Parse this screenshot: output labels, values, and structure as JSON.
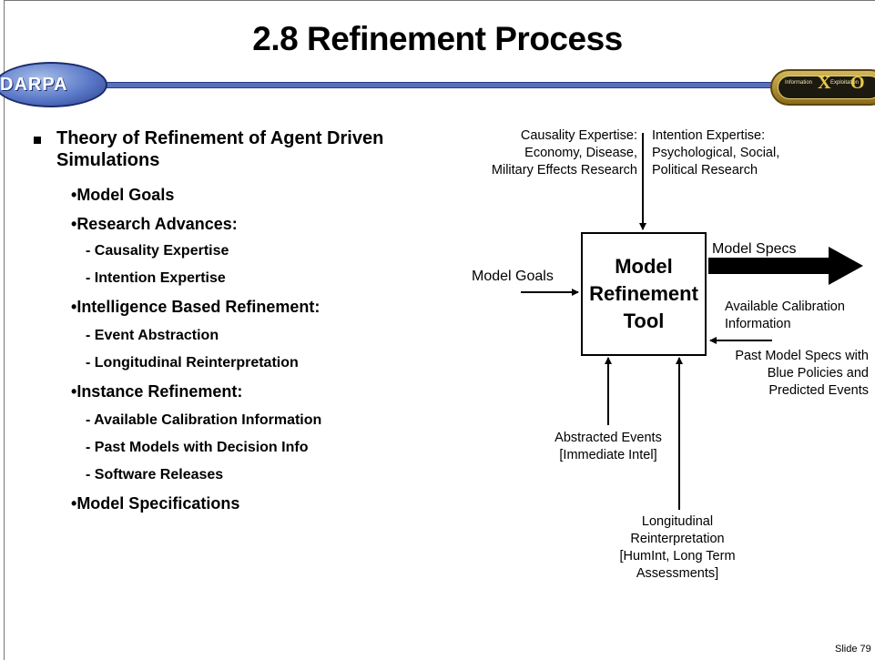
{
  "slide": {
    "title": "2.8 Refinement Process",
    "slide_number": "Slide 79"
  },
  "logos": {
    "left": "DARPA",
    "right_small_left": "Information",
    "right_x": "X",
    "right_small_right": "Exploitation",
    "right_o": "O"
  },
  "bullets": {
    "main_line1": "Theory of Refinement of Agent Driven",
    "main_line2": "Simulations",
    "items": [
      {
        "text": "Model Goals",
        "sub": []
      },
      {
        "text": "Research Advances:",
        "sub": [
          "- Causality Expertise",
          "- Intention Expertise"
        ]
      },
      {
        "text": "Intelligence Based Refinement:",
        "sub": [
          "- Event Abstraction",
          "- Longitudinal Reinterpretation"
        ]
      },
      {
        "text": "Instance Refinement:",
        "sub": [
          "- Available Calibration Information",
          "- Past Models with Decision Info",
          "- Software Releases"
        ]
      },
      {
        "text": "Model Specifications",
        "sub": []
      }
    ]
  },
  "diagram": {
    "box": {
      "line1": "Model",
      "line2": "Refinement",
      "line3": "Tool"
    },
    "causality": [
      "Causality Expertise:",
      "Economy, Disease,",
      "Military Effects Research"
    ],
    "intention": [
      "Intention Expertise:",
      "Psychological, Social,",
      "Political Research"
    ],
    "model_goals": "Model Goals",
    "model_specs": "Model Specs",
    "calibration": [
      "Available Calibration",
      "Information"
    ],
    "past_specs": [
      "Past Model Specs with",
      "Blue Policies and",
      "Predicted Events"
    ],
    "abstracted": [
      "Abstracted Events",
      "[Immediate Intel]"
    ],
    "longitudinal": [
      "Longitudinal",
      "Reinterpretation",
      "[HumInt, Long Term",
      "Assessments]"
    ]
  }
}
